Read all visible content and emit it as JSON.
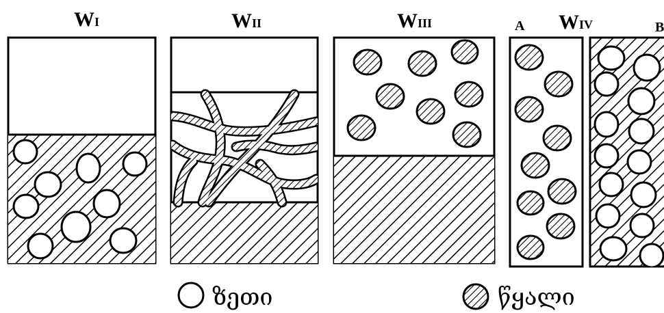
{
  "panels": [
    {
      "label_main": "W",
      "label_sub": "I"
    },
    {
      "label_main": "W",
      "label_sub": "II"
    },
    {
      "label_main": "W",
      "label_sub": "III"
    },
    {
      "label_main": "W",
      "label_sub": "IV"
    }
  ],
  "side_labels": {
    "a": "A",
    "b": "B"
  },
  "legend": {
    "oil": "ზეთი",
    "water": "წყალი"
  },
  "colors": {
    "stroke": "#000000",
    "background": "#ffffff"
  }
}
